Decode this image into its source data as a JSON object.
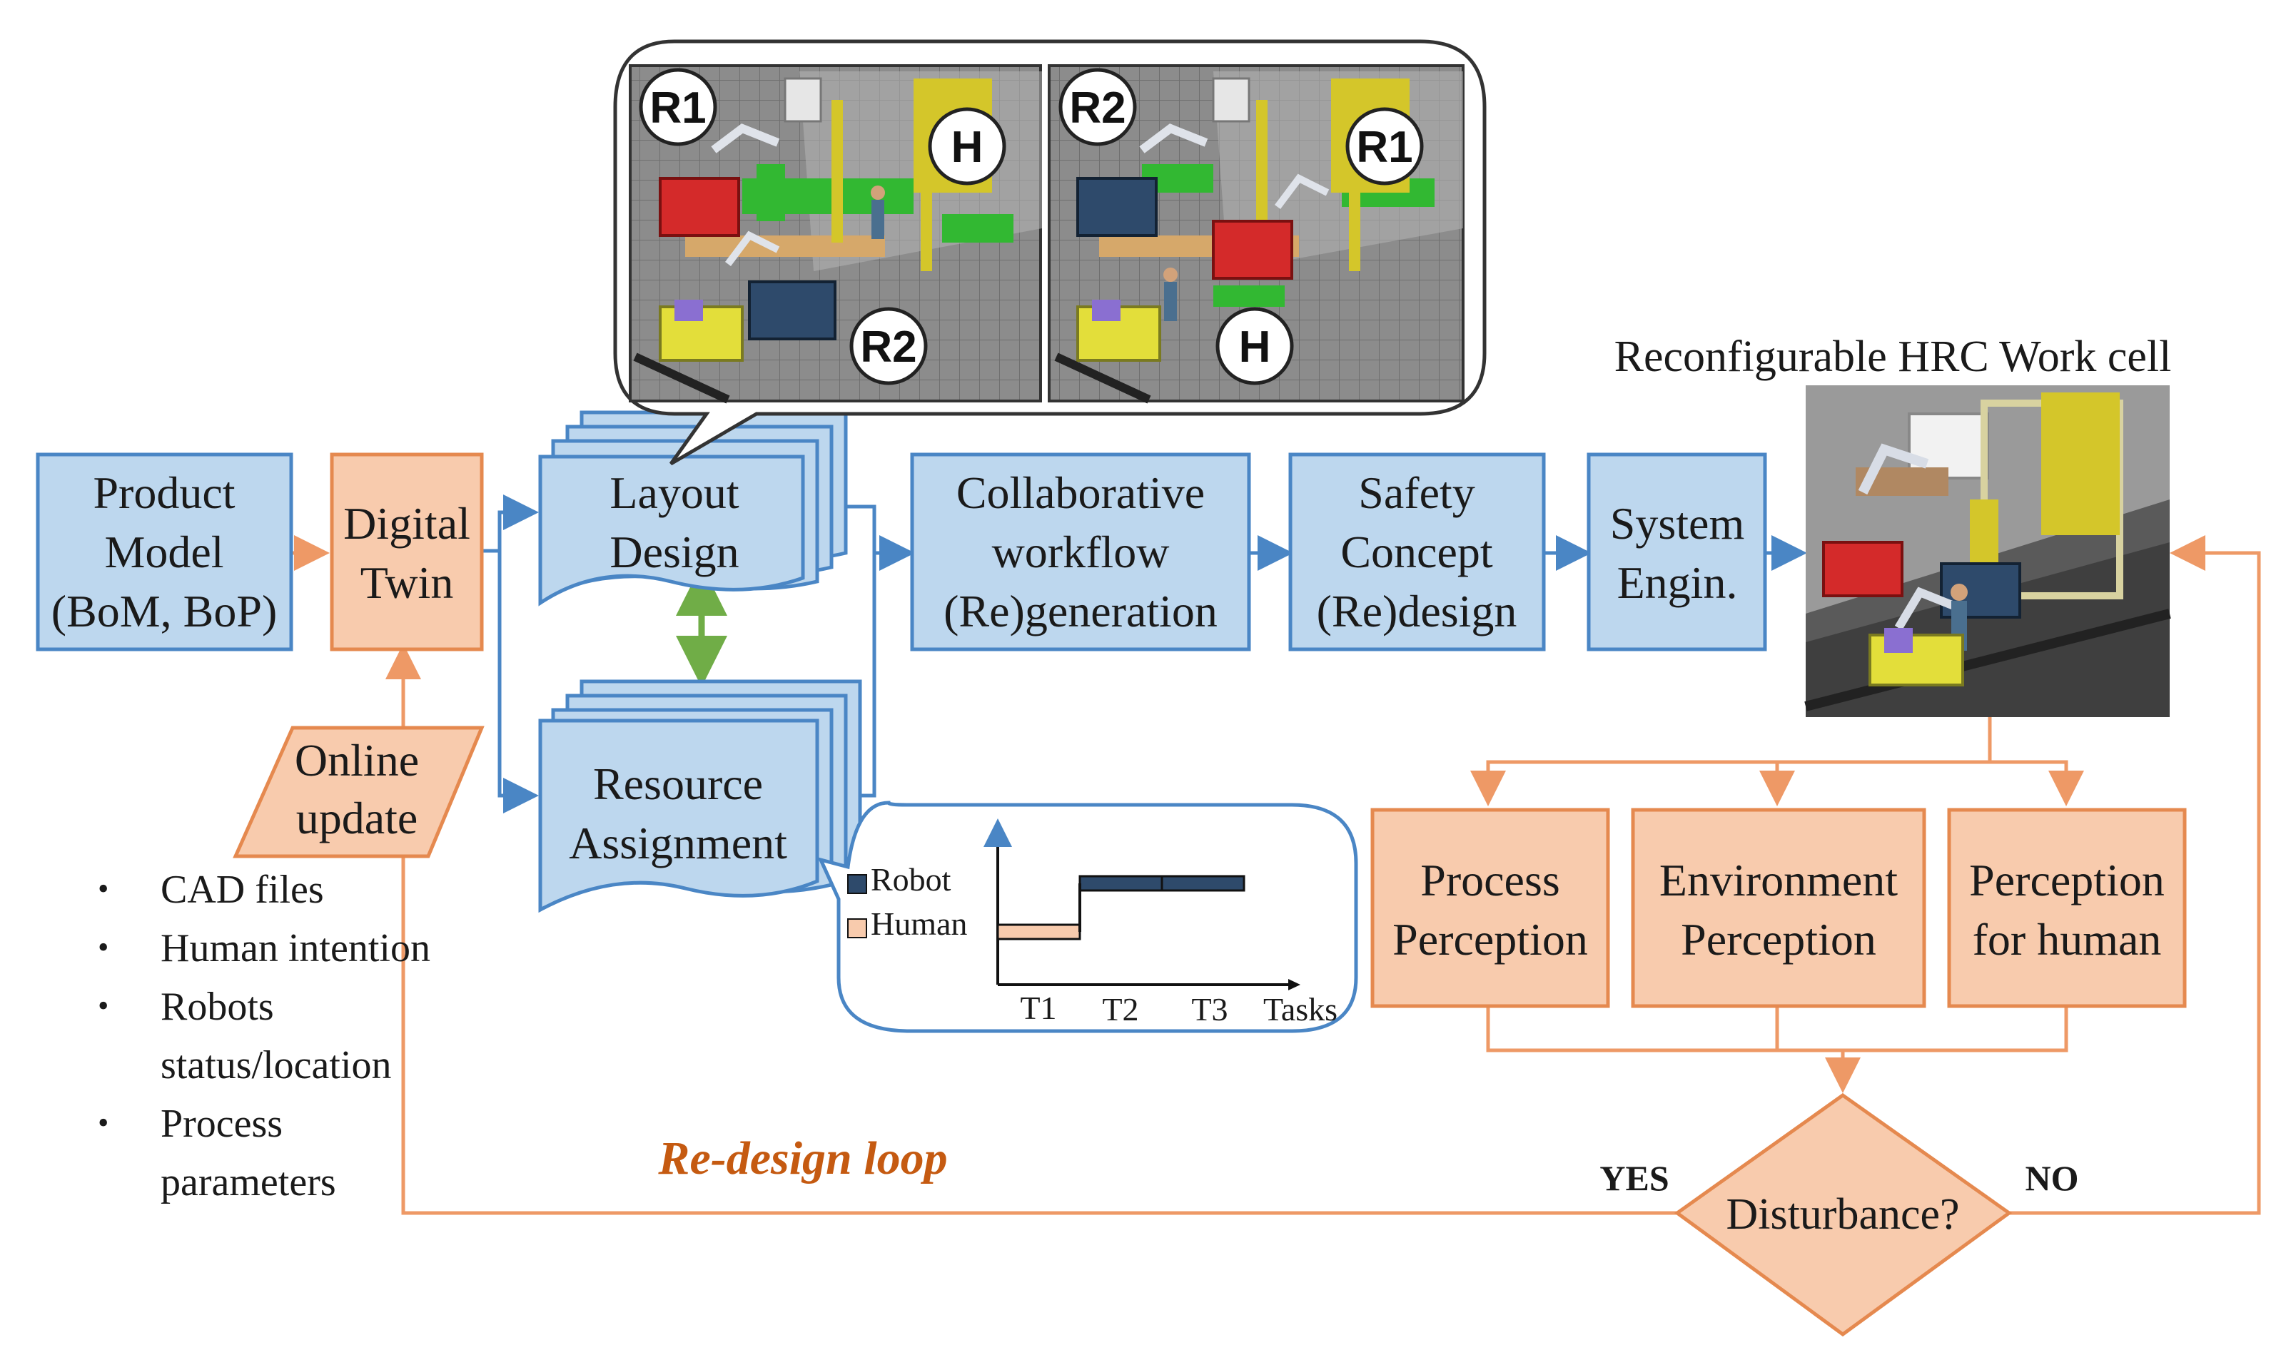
{
  "nodes": {
    "product_model": [
      "Product",
      "Model",
      "(BoM, BoP)"
    ],
    "digital_twin": [
      "Digital",
      "Twin"
    ],
    "online_update": [
      "Online",
      "update"
    ],
    "layout_design": [
      "Layout",
      "Design"
    ],
    "resource_assignment": [
      "Resource",
      "Assignment"
    ],
    "collaborative_workflow": [
      "Collaborative",
      "workflow",
      "(Re)generation"
    ],
    "safety_concept": [
      "Safety",
      "Concept",
      "(Re)design"
    ],
    "system_engin": [
      "System",
      "Engin."
    ],
    "work_cell_title": "Reconfigurable HRC Work cell",
    "process_perception": [
      "Process",
      "Perception"
    ],
    "environment_perception": [
      "Environment",
      "Perception"
    ],
    "perception_for_human": [
      "Perception",
      "for human"
    ],
    "disturbance": "Disturbance?"
  },
  "decision": {
    "yes": "YES",
    "no": "NO"
  },
  "loop_label": "Re-design loop",
  "online_update_items": [
    [
      "CAD files"
    ],
    [
      "Human  intention"
    ],
    [
      "Robots",
      "status/location"
    ],
    [
      "Process",
      "parameters"
    ]
  ],
  "layout_callout": {
    "left_panel": {
      "labels": [
        "R1",
        "H",
        "R2"
      ]
    },
    "right_panel": {
      "labels": [
        "R2",
        "R1",
        "H"
      ]
    }
  },
  "gantt": {
    "rows": [
      "Robot",
      "Human"
    ],
    "x_ticks": [
      "T1",
      "T2",
      "T3"
    ],
    "x_label": "Tasks"
  },
  "colors": {
    "blue_fill": "#bdd7ee",
    "blue_stroke": "#4a86c5",
    "orange_fill": "#f8cbad",
    "orange_stroke": "#e5894f",
    "loop_label": "#c55a11",
    "robot_bar": "#2e4a6b",
    "human_bar": "#f8cbad"
  }
}
